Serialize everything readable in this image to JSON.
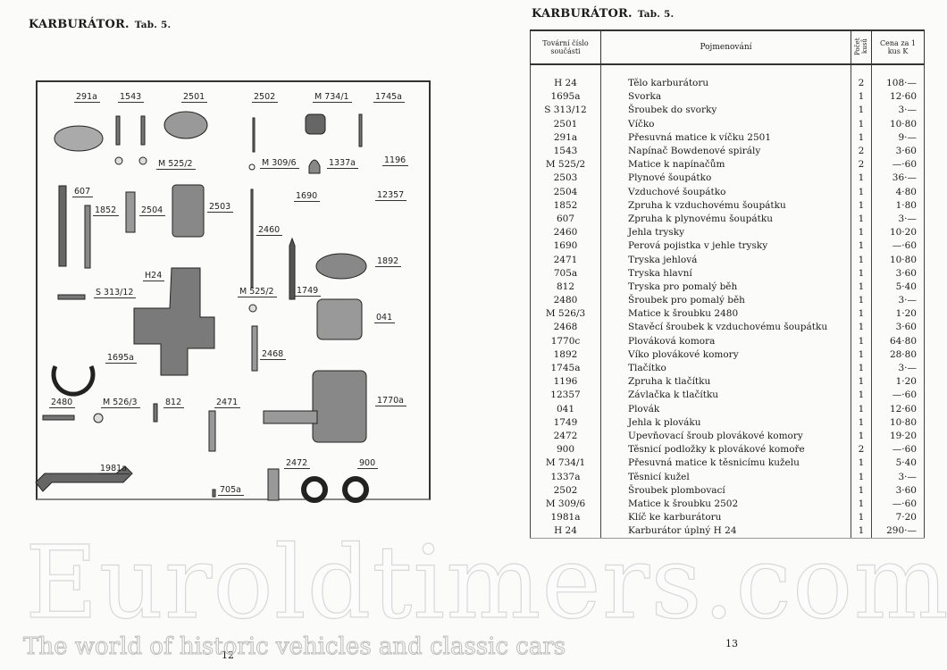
{
  "left_page": {
    "title": "KARBURÁTOR.",
    "tab": "Tab. 5.",
    "page_number": "12",
    "figure_labels": [
      "291a",
      "1543",
      "2501",
      "2502",
      "M 734/1",
      "1745a",
      "M 525/2",
      "M 309/6",
      "1337a",
      "1196",
      "607",
      "1852",
      "2504",
      "2503",
      "1690",
      "12357",
      "2460",
      "1892",
      "H24",
      "S 313/12",
      "M 525/2",
      "1749",
      "041",
      "1695a",
      "2468",
      "2480",
      "M 526/3",
      "812",
      "2471",
      "1770a",
      "1981a",
      "2472",
      "900",
      "705a"
    ]
  },
  "right_page": {
    "title": "KARBURÁTOR.",
    "tab": "Tab. 5.",
    "page_number": "13",
    "table": {
      "headers": {
        "part_no": "Tovární číslo součásti",
        "name": "Pojmenování",
        "qty": "Počet kusů",
        "price": "Cena za 1 kus K"
      },
      "rows": [
        [
          "H 24",
          "Tělo karburátoru",
          "2",
          "108·—"
        ],
        [
          "1695a",
          "Svorka",
          "1",
          "12·60"
        ],
        [
          "S 313/12",
          "Šroubek do svorky",
          "1",
          "3·—"
        ],
        [
          "2501",
          "Víčko",
          "1",
          "10·80"
        ],
        [
          "291a",
          "Přesuvná matice k víčku 2501",
          "1",
          "9·—"
        ],
        [
          "1543",
          "Napínač Bowdenové spirály",
          "2",
          "3·60"
        ],
        [
          "M 525/2",
          "Matice k napínačům",
          "2",
          "—·60"
        ],
        [
          "2503",
          "Plynové šoupátko",
          "1",
          "36·—"
        ],
        [
          "2504",
          "Vzduchové šoupátko",
          "1",
          "4·80"
        ],
        [
          "1852",
          "Zpruha k vzduchovému šoupátku",
          "1",
          "1·80"
        ],
        [
          "607",
          "Zpruha k plynovému šoupátku",
          "1",
          "3·—"
        ],
        [
          "2460",
          "Jehla trysky",
          "1",
          "10·20"
        ],
        [
          "1690",
          "Perová pojistka v jehle trysky",
          "1",
          "—·60"
        ],
        [
          "2471",
          "Tryska jehlová",
          "1",
          "10·80"
        ],
        [
          "705a",
          "Tryska hlavní",
          "1",
          "3·60"
        ],
        [
          "812",
          "Tryska pro pomalý běh",
          "1",
          "5·40"
        ],
        [
          "2480",
          "Šroubek pro pomalý běh",
          "1",
          "3·—"
        ],
        [
          "M 526/3",
          "Matice k šroubku 2480",
          "1",
          "1·20"
        ],
        [
          "2468",
          "Stavěcí šroubek k vzduchovému šoupátku",
          "1",
          "3·60"
        ],
        [
          "1770c",
          "Plováková komora",
          "1",
          "64·80"
        ],
        [
          "1892",
          "Víko plovákové komory",
          "1",
          "28·80"
        ],
        [
          "1745a",
          "Tlačítko",
          "1",
          "3·—"
        ],
        [
          "1196",
          "Zpruha k tlačítku",
          "1",
          "1·20"
        ],
        [
          "12357",
          "Závlačka k tlačítku",
          "1",
          "—·60"
        ],
        [
          "041",
          "Plovák",
          "1",
          "12·60"
        ],
        [
          "1749",
          "Jehla k plováku",
          "1",
          "10·80"
        ],
        [
          "2472",
          "Upevňovací šroub plovákové komory",
          "1",
          "19·20"
        ],
        [
          "900",
          "Těsnicí podložky k plovákové komoře",
          "2",
          "—·60"
        ],
        [
          "M 734/1",
          "Přesuvná matice k těsnicímu kuželu",
          "1",
          "5·40"
        ],
        [
          "1337a",
          "Těsnicí kužel",
          "1",
          "3·—"
        ],
        [
          "2502",
          "Šroubek plombovací",
          "1",
          "3·60"
        ],
        [
          "M 309/6",
          "Matice k šroubku 2502",
          "1",
          "—·60"
        ],
        [
          "1981a",
          "Klíč ke karburátoru",
          "1",
          "7·20"
        ],
        [
          "H 24",
          "Karburátor úplný H 24",
          "1",
          "290·—"
        ]
      ]
    }
  },
  "watermark": {
    "brand": "Euroldtimers.com",
    "tagline": "The world of historic vehicles and classic cars"
  }
}
